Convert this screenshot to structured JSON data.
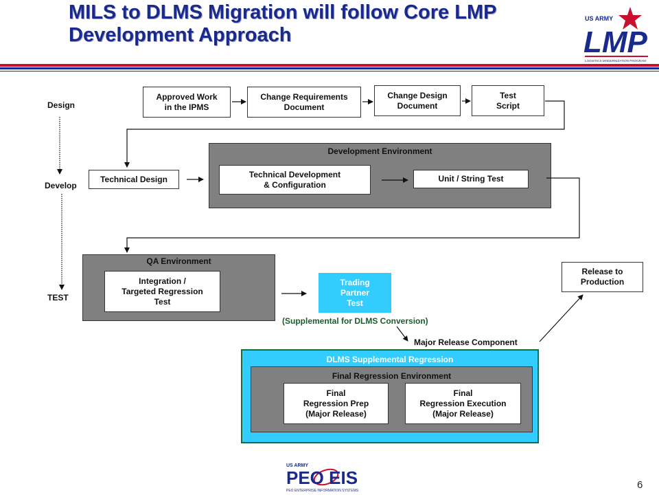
{
  "title": "MILS to DLMS Migration will follow Core LMP Development Approach",
  "phases": {
    "design": "Design",
    "develop": "Develop",
    "test": "TEST"
  },
  "boxes": {
    "approved_work": "Approved Work\nin the IPMS",
    "change_req": "Change Requirements\nDocument",
    "change_design": "Change Design\nDocument",
    "test_script": "Test\nScript",
    "technical_design": "Technical Design",
    "tech_dev": "Technical Development\n& Configuration",
    "unit_test": "Unit  / String Test",
    "integration": "Integration  /\nTargeted Regression\nTest",
    "trading_partner": "Trading\nPartner\nTest",
    "release": "Release to\nProduction",
    "final_prep": "Final\nRegression Prep\n(Major Release)",
    "final_exec": "Final\nRegression Execution\n(Major Release)"
  },
  "environments": {
    "development": "Development Environment",
    "qa": "QA Environment",
    "dlms_supplemental": "DLMS Supplemental Regression",
    "final_regression": "Final Regression Environment"
  },
  "notes": {
    "supplemental": "(Supplemental for DLMS Conversion)",
    "major_release": "Major Release Component"
  },
  "logos": {
    "lmp_top": "US ARMY",
    "lmp_main": "LMP",
    "lmp_sub": "LOGISTICS MODERNIZATION PROGRAM",
    "peo_top": "US ARMY",
    "peo_main": "PEO EIS",
    "peo_sub": "PEO ENTERPRISE INFORMATION SYSTEMS"
  },
  "page_number": "6",
  "colors": {
    "title": "#1a2a8c",
    "gray_env": "#808080",
    "cyan": "#33ccff",
    "note_green": "#1a5c2a",
    "red": "#c8102e"
  }
}
